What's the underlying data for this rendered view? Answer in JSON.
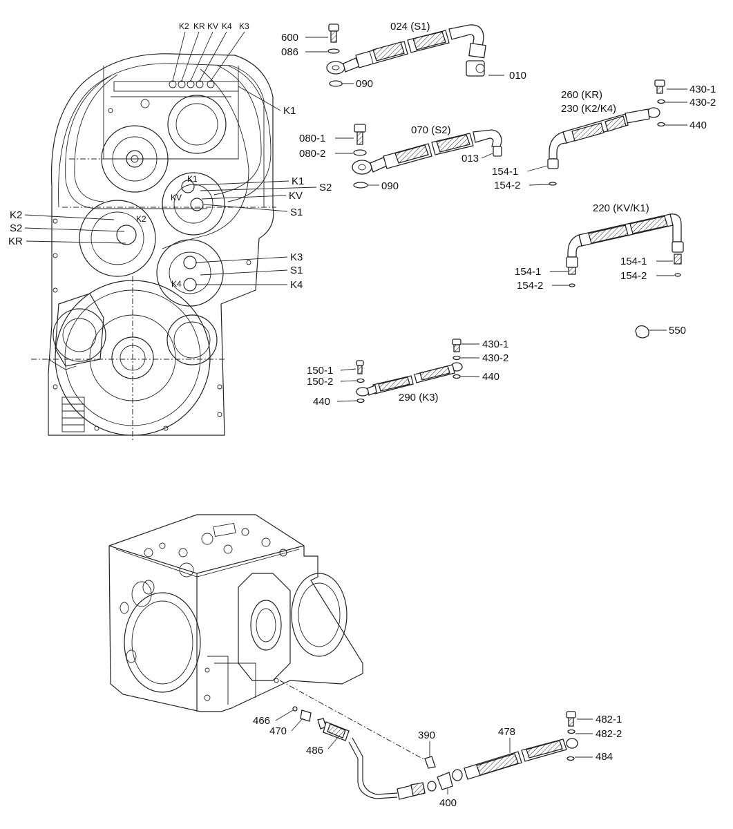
{
  "callouts": {
    "l600": "600",
    "l086": "086",
    "l090a": "090",
    "l024": "024 (S1)",
    "l010": "010",
    "l08001": "080-1",
    "l08002": "080-2",
    "l070": "070 (S2)",
    "l013": "013",
    "l090b": "090",
    "l260": "260 (KR)",
    "l230": "230 (K2/K4)",
    "l4301a": "430-1",
    "l4302a": "430-2",
    "l440a": "440",
    "l1541a": "154-1",
    "l1542a": "154-2",
    "l220": "220 (KV/K1)",
    "l1541b": "154-1",
    "l1542b": "154-2",
    "l1541c": "154-1",
    "l1542c": "154-2",
    "l550": "550",
    "l4301b": "430-1",
    "l4302b": "430-2",
    "l440b": "440",
    "l1501": "150-1",
    "l1502": "150-2",
    "l440c": "440",
    "l290": "290 (K3)",
    "l466": "466",
    "l470": "470",
    "l486": "486",
    "l390": "390",
    "l400": "400",
    "l478": "478",
    "l4821": "482-1",
    "l4822": "482-2",
    "l484": "484"
  },
  "ports": {
    "topK2": "K2",
    "topKR": "KR",
    "topKV": "KV",
    "topK4": "K4",
    "topK3": "K3",
    "rK1a": "K1",
    "rK1b": "K1",
    "rS2": "S2",
    "rKV": "KV",
    "rS1a": "S1",
    "rK3": "K3",
    "rS1b": "S1",
    "rK4": "K4",
    "lK2": "K2",
    "lS2": "S2",
    "lKR": "KR",
    "inK1": "K1",
    "inK2": "K2",
    "inKV": "KV",
    "inK4": "K4"
  }
}
